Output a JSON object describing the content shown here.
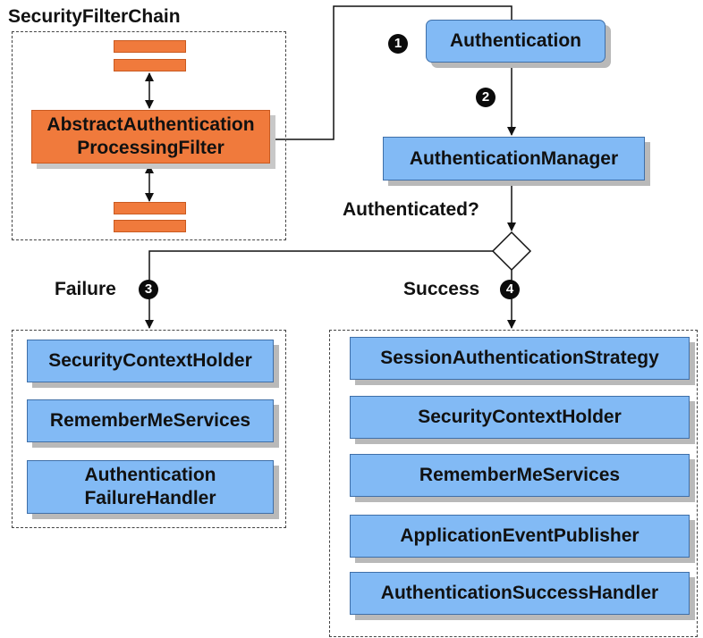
{
  "filter_chain": {
    "title": "SecurityFilterChain",
    "filter_line1": "AbstractAuthentication",
    "filter_line2": "ProcessingFilter"
  },
  "flow": {
    "authentication": "Authentication",
    "manager": "AuthenticationManager",
    "decision_label": "Authenticated?",
    "failure_label": "Failure",
    "success_label": "Success"
  },
  "badges": [
    "1",
    "2",
    "3",
    "4"
  ],
  "failure_box": {
    "security_context_holder": "SecurityContextHolder",
    "remember_me_services": "RememberMeServices",
    "failure_handler_line1": "Authentication",
    "failure_handler_line2": "FailureHandler"
  },
  "success_box": {
    "session_strategy": "SessionAuthenticationStrategy",
    "security_context_holder": "SecurityContextHolder",
    "remember_me_services": "RememberMeServices",
    "event_publisher": "ApplicationEventPublisher",
    "success_handler": "AuthenticationSuccessHandler"
  },
  "colors": {
    "node_blue": "#82baf5",
    "filter_orange": "#f07a3c",
    "badge_black": "#0b0b0b"
  }
}
